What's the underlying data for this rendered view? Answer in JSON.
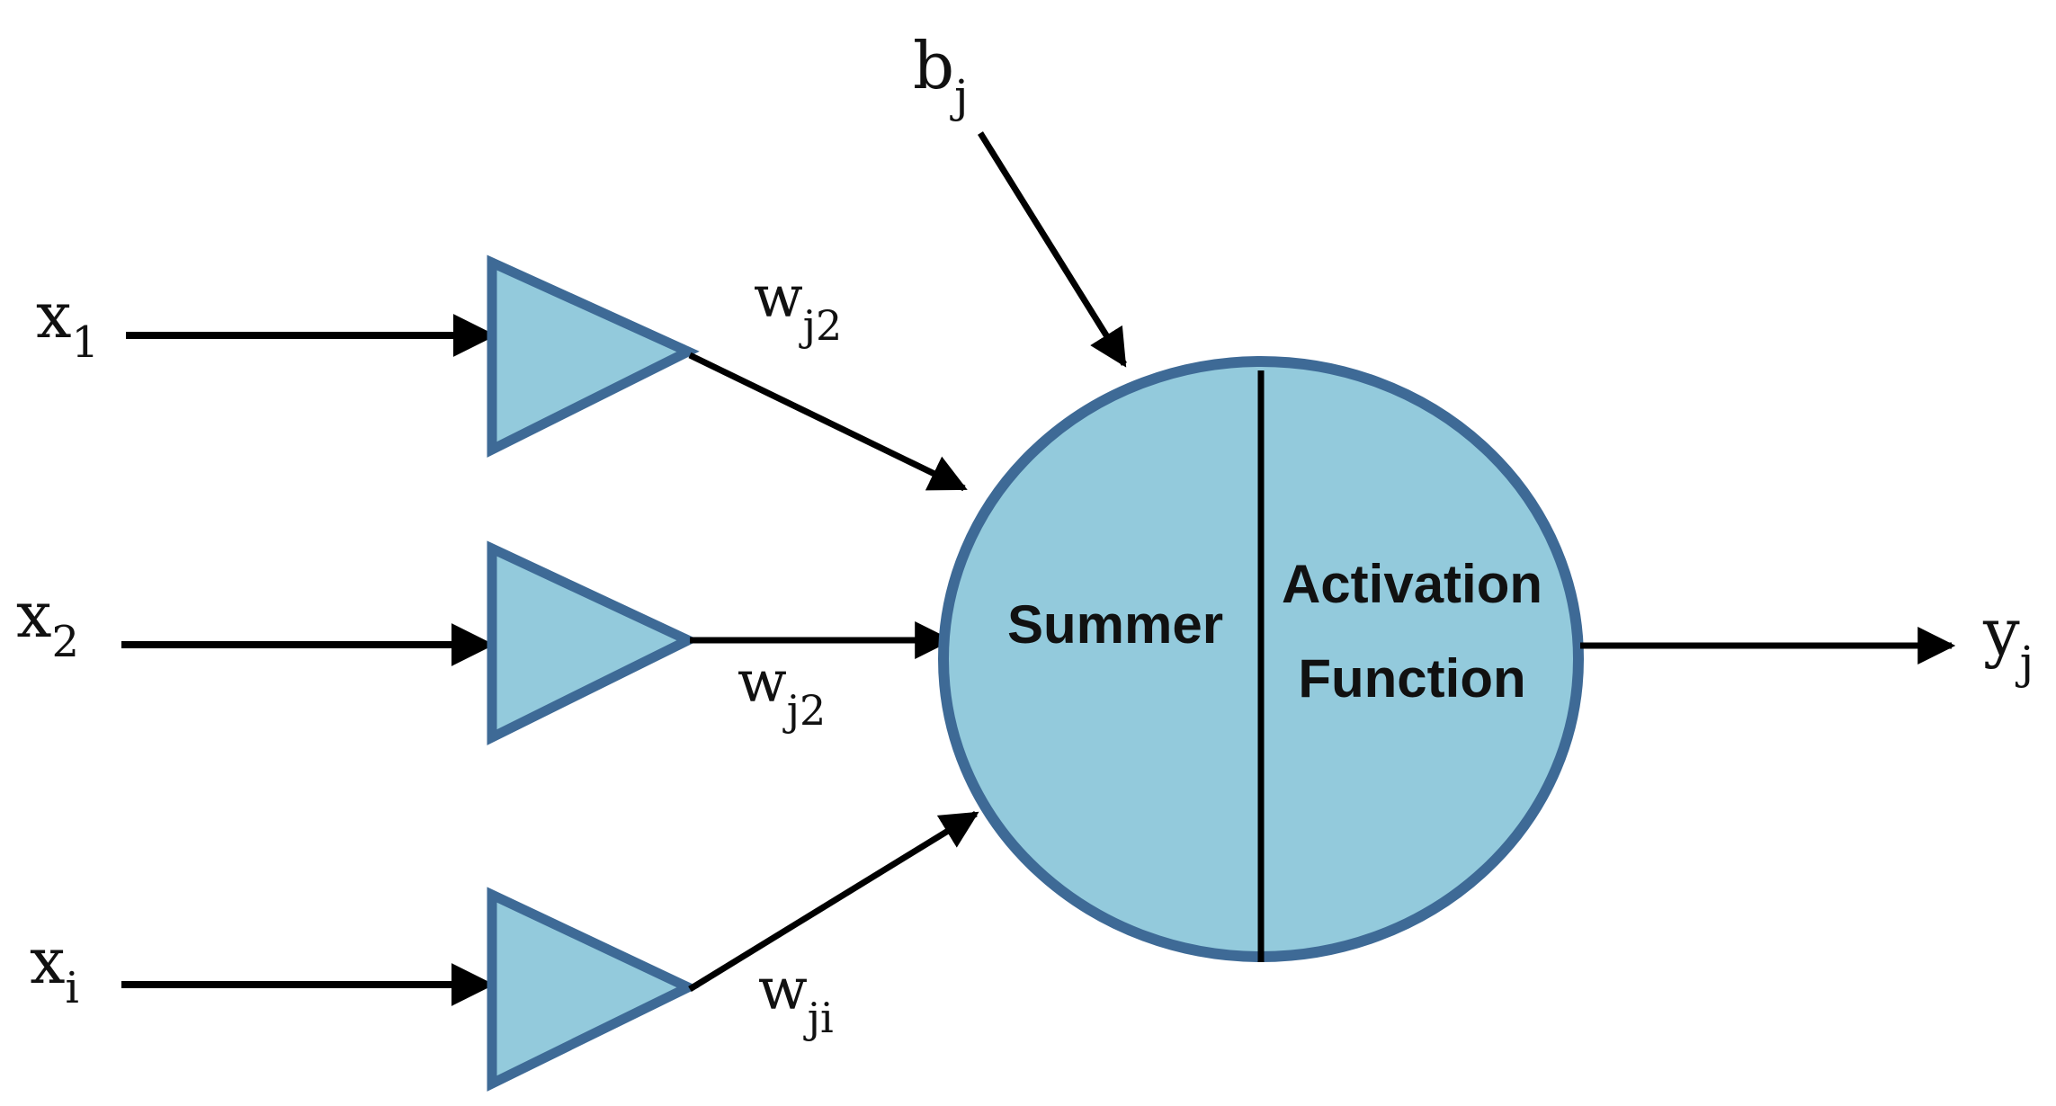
{
  "colors": {
    "fill": "#93cadc",
    "stroke": "#3e6a96",
    "line": "#000000",
    "background": "#ffffff"
  },
  "inputs": [
    {
      "base": "x",
      "sub": "1"
    },
    {
      "base": "x",
      "sub": "2"
    },
    {
      "base": "x",
      "sub": "i"
    }
  ],
  "weights": [
    {
      "base": "w",
      "sub": "j2"
    },
    {
      "base": "w",
      "sub": "j2"
    },
    {
      "base": "w",
      "sub": "ji"
    }
  ],
  "bias": {
    "base": "b",
    "sub": "j"
  },
  "output": {
    "base": "y",
    "sub": "j"
  },
  "neuron": {
    "summer_label": "Summer",
    "activation_label_line1": "Activation",
    "activation_label_line2": "Function"
  }
}
